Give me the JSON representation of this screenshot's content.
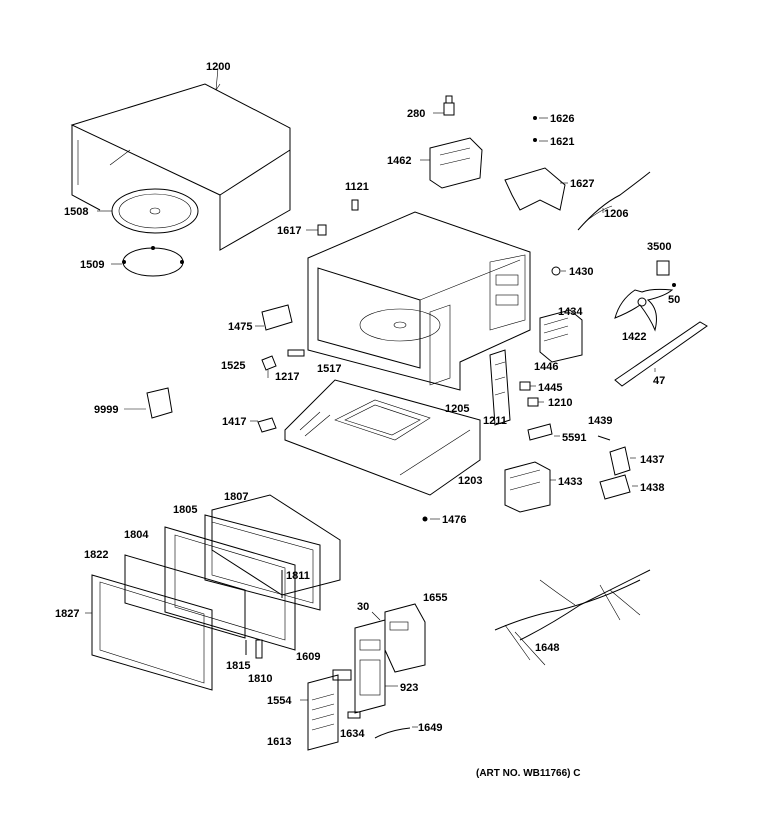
{
  "labels": {
    "p1200": "1200",
    "p1508": "1508",
    "p1509": "1509",
    "p280": "280",
    "p1462": "1462",
    "p1626": "1626",
    "p1621": "1621",
    "p1627": "1627",
    "p1206": "1206",
    "p1121": "1121",
    "p1617": "1617",
    "p1430": "1430",
    "p3500": "3500",
    "p50": "50",
    "p1434": "1434",
    "p1422": "1422",
    "p1475": "1475",
    "p1525": "1525",
    "p1217": "1217",
    "p1517": "1517",
    "p1446": "1446",
    "p1445": "1445",
    "p47": "47",
    "p1205": "1205",
    "p1211": "1211",
    "p1210": "1210",
    "p9999": "9999",
    "p1417": "1417",
    "p5591": "5591",
    "p1439": "1439",
    "p1437": "1437",
    "p1203": "1203",
    "p1433": "1433",
    "p1438": "1438",
    "p1476": "1476",
    "p1805": "1805",
    "p1807": "1807",
    "p1804": "1804",
    "p1822": "1822",
    "p1811": "1811",
    "p1827": "1827",
    "p1815": "1815",
    "p1810": "1810",
    "p30": "30",
    "p1655": "1655",
    "p1609": "1609",
    "p923": "923",
    "p1554": "1554",
    "p1634": "1634",
    "p1649": "1649",
    "p1613": "1613",
    "p1648": "1648"
  },
  "art_number": "(ART NO. WB11766) C"
}
